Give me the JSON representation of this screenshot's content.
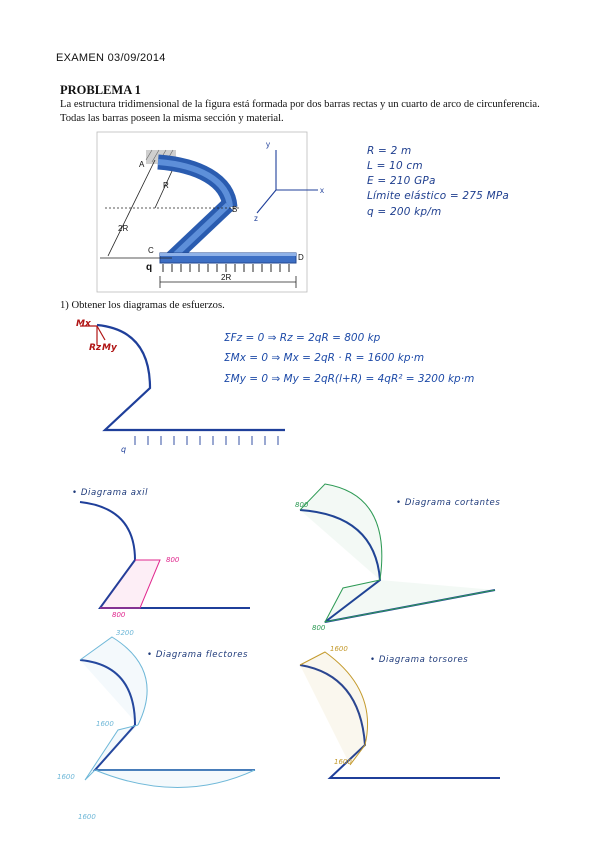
{
  "header": {
    "exam": "EXAMEN 03/09/2014"
  },
  "problem": {
    "title": "PROBLEMA 1",
    "description": "La estructura tridimensional de la figura está formada por dos barras rectas y un cuarto de arco de circunferencia. Todas las barras poseen la misma sección y material."
  },
  "figure": {
    "point_labels": [
      "A",
      "B",
      "C",
      "D"
    ],
    "dims": {
      "r": "R",
      "two_r_left": "2R",
      "two_r_bottom": "2R"
    },
    "load": "q",
    "axes": {
      "x": "x",
      "y": "y",
      "z": "z"
    }
  },
  "data_notes": [
    "R = 2 m",
    "L = 10 cm",
    "E = 210 GPa",
    "Límite elástico = 275 MPa",
    "q = 200 kp/m"
  ],
  "question": "1) Obtener los diagramas de esfuerzos.",
  "fbd": {
    "reactions": {
      "mx": "Mx",
      "rz": "Rz",
      "my": "My"
    },
    "load": "q",
    "equations": [
      "ΣFz = 0 ⇒ Rz = 2qR = 800 kp",
      "ΣMx = 0 ⇒ Mx = 2qR · R = 1600 kp·m",
      "ΣMy = 0 ⇒ My = 2qR(l+R) = 4qR² = 3200 kp·m"
    ]
  },
  "diagrams": {
    "axil": {
      "title": "• Diagrama axil",
      "values": [
        "800",
        "800"
      ]
    },
    "cortantes": {
      "title": "• Diagrama cortantes",
      "values": [
        "800",
        "800"
      ]
    },
    "flectores": {
      "title": "• Diagrama flectores",
      "values": [
        "3200",
        "1600",
        "1600",
        "1600"
      ]
    },
    "torsores": {
      "title": "• Diagrama torsores",
      "values": [
        "1600",
        "1600"
      ]
    }
  },
  "colors": {
    "structure": "#1f3f9a",
    "figure_beam": "#3d6fc4",
    "axil": "#e0288e",
    "cortantes": "#2e9a55",
    "flectores": "#6fb8d8",
    "torsores": "#c49a2c",
    "equations": "#1e4ba8",
    "reactions": "#b01515"
  }
}
